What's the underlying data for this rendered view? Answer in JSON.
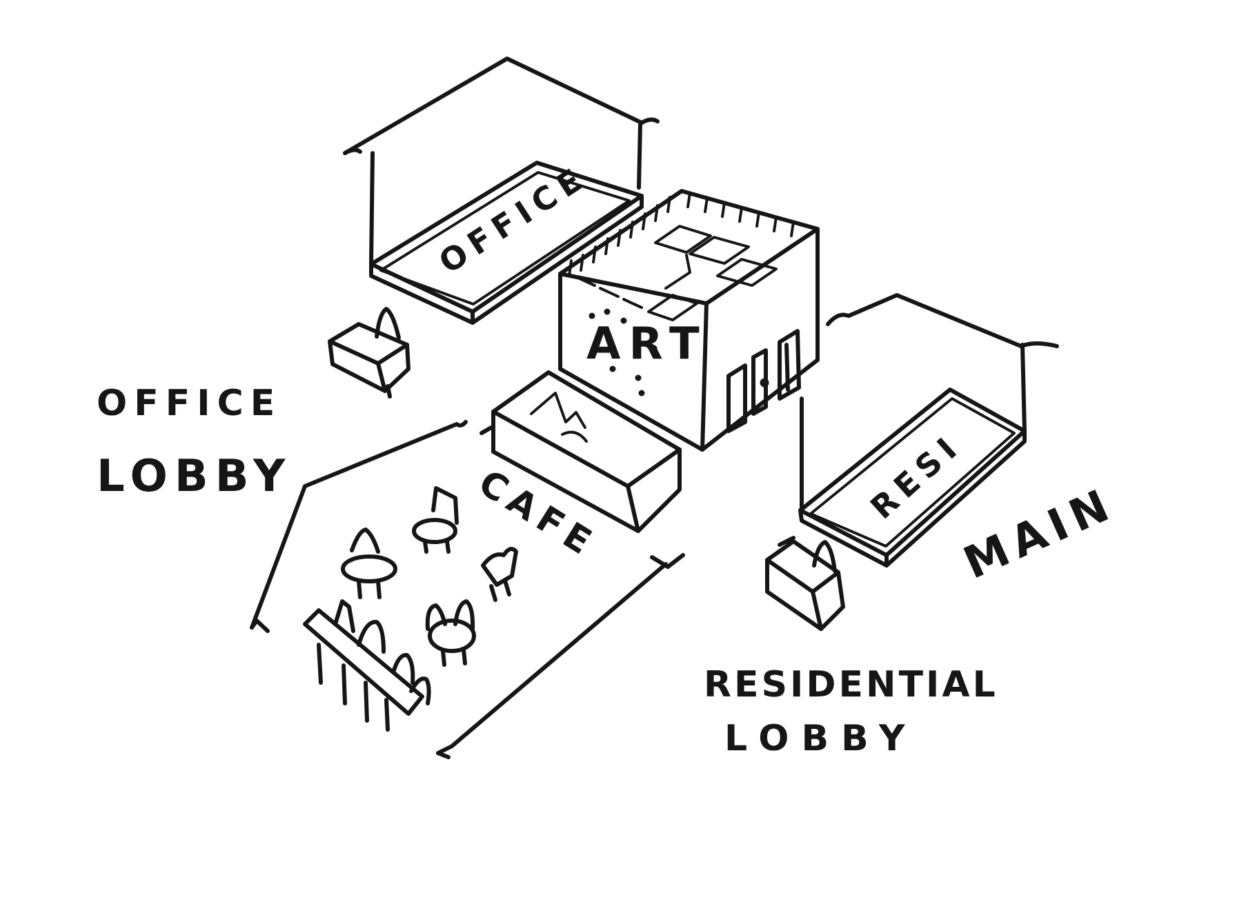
{
  "labels": {
    "office_block": "OFFICE",
    "art_block": "ART",
    "resi_block": "RESI",
    "cafe": "CAFE",
    "office_lobby_line1": "OFFICE",
    "office_lobby_line2": "LOBBY",
    "main": "MAIN",
    "residential_lobby_line1": "RESIDENTIAL",
    "residential_lobby_line2": "LOBBY"
  },
  "colors": {
    "ink": "#161616",
    "paper": "#ffffff"
  }
}
